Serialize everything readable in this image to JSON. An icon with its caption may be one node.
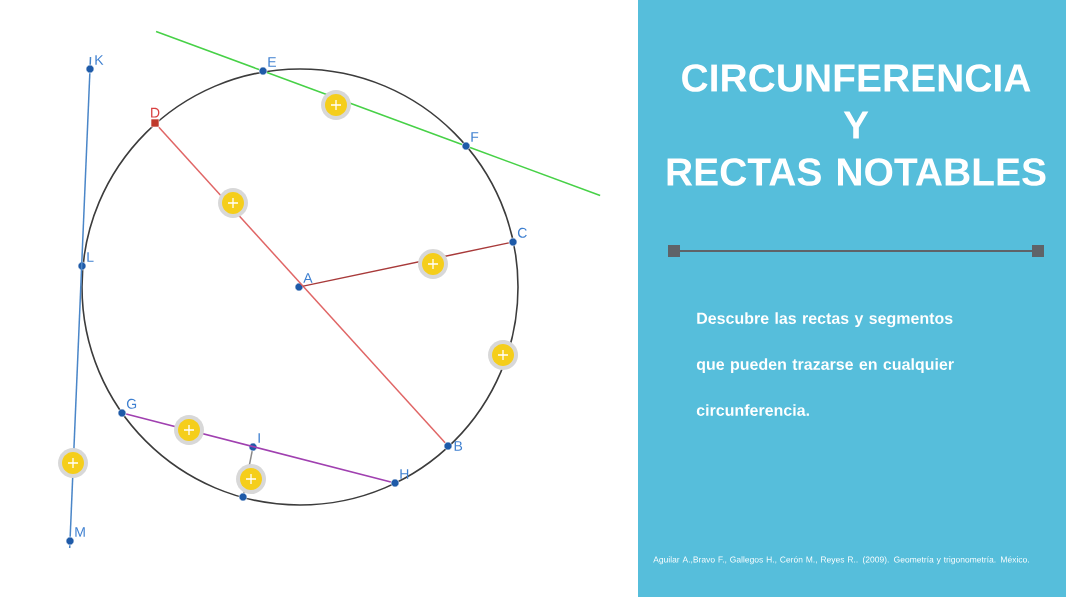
{
  "diagram": {
    "title": "CIRCUNFERENCIA Y RECTAS NOTABLES",
    "nodes": [
      {
        "text": [
          "K"
        ]
      },
      {
        "text": [
          "E"
        ]
      },
      {
        "text": [
          "D"
        ]
      },
      {
        "text": [
          "F"
        ]
      },
      {
        "text": [
          "C"
        ]
      },
      {
        "text": [
          "A"
        ]
      },
      {
        "text": [
          "L"
        ]
      },
      {
        "text": [
          "G"
        ]
      },
      {
        "text": [
          "I"
        ]
      },
      {
        "text": [
          "B"
        ]
      },
      {
        "text": [
          "H"
        ]
      },
      {
        "text": [],
        "shape": "circle"
      },
      {
        "text": [
          "M"
        ]
      }
    ],
    "edges": [
      {
        "from": 2,
        "to": 9,
        "arrow": "none",
        "color": "#e06666"
      },
      {
        "from": 5,
        "to": 4,
        "arrow": "none",
        "color": "#a83a3a"
      },
      {
        "from": 1,
        "to": 3,
        "arrow": "none",
        "color": "#47d147"
      },
      {
        "from": 0,
        "to": 12,
        "arrow": "none",
        "color": "#4a86c8"
      },
      {
        "from": 7,
        "to": 10,
        "arrow": "none",
        "color": "#a040b0"
      },
      {
        "from": 8,
        "to": 11,
        "arrow": "none",
        "color": "#8a8a8a"
      }
    ],
    "labels": [
      "Descubre las rectas y segmentos que pueden trazarse en cualquier circunferencia.",
      "Aguilar A.,Bravo F., Gallegos H., Cerón M., Reyes R.. (2009). Geometría y trigonometría. México."
    ]
  }
}
